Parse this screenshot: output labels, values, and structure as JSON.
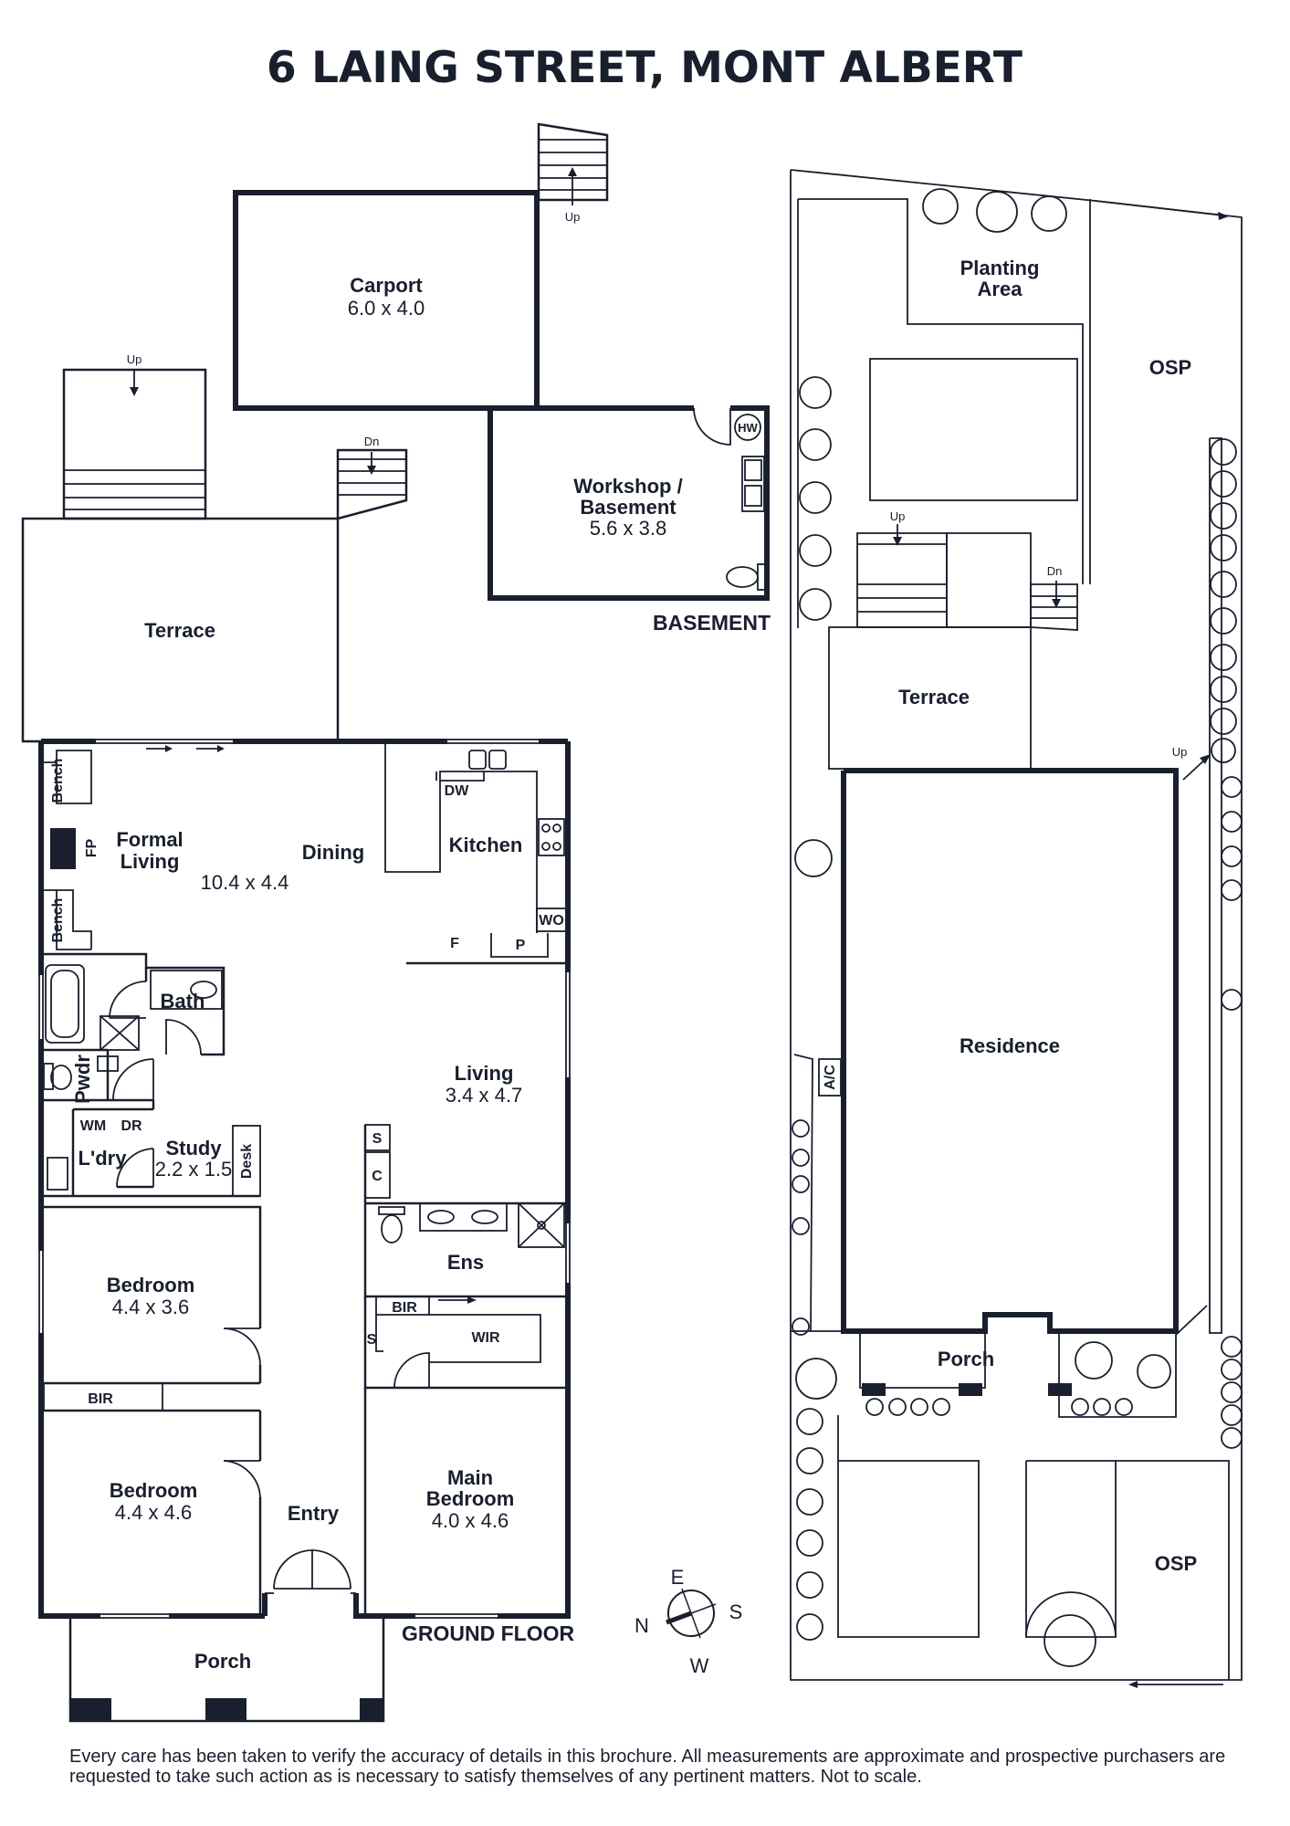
{
  "title": "6 LAING STREET, MONT ALBERT",
  "floors": {
    "basement": "BASEMENT",
    "ground": "GROUND FLOOR"
  },
  "rooms": {
    "carport": {
      "name": "Carport",
      "dim": "6.0 x 4.0"
    },
    "workshop": {
      "name1": "Workshop /",
      "name2": "Basement",
      "dim": "5.6 x 3.8"
    },
    "terrace_left": "Terrace",
    "formal_living": {
      "name1": "Formal",
      "name2": "Living"
    },
    "living_dining_dim": "10.4 x 4.4",
    "dining": "Dining",
    "kitchen": "Kitchen",
    "bath": "Bath",
    "pwdr": "Pwdr",
    "laundry": "L'dry",
    "study": {
      "name": "Study",
      "dim": "2.2 x 1.5"
    },
    "living": {
      "name": "Living",
      "dim": "3.4 x 4.7"
    },
    "ens": "Ens",
    "wir": "WIR",
    "bedroom1": {
      "name": "Bedroom",
      "dim": "4.4 x 3.6"
    },
    "bedroom2": {
      "name": "Bedroom",
      "dim": "4.4 x 4.6"
    },
    "main_bedroom": {
      "name1": "Main",
      "name2": "Bedroom",
      "dim": "4.0 x 4.6"
    },
    "entry": "Entry",
    "porch": "Porch"
  },
  "fixtures": {
    "bench": "Bench",
    "fp": "FP",
    "dw": "DW",
    "wo": "WO",
    "f": "F",
    "p": "P",
    "wm": "WM",
    "dr": "DR",
    "desk": "Desk",
    "s": "S",
    "c": "C",
    "bir": "BIR",
    "hw": "HW",
    "ac": "A/C"
  },
  "stairs": {
    "up": "Up",
    "dn": "Dn"
  },
  "site": {
    "planting_area": {
      "line1": "Planting",
      "line2": "Area"
    },
    "osp": "OSP",
    "terrace": "Terrace",
    "residence": "Residence",
    "porch": "Porch"
  },
  "compass": {
    "n": "N",
    "e": "E",
    "s": "S",
    "w": "W"
  },
  "disclaimer": "Every care has been taken to verify the accuracy of details in this brochure. All measurements are approximate and prospective purchasers are requested to take such action as is necessary to satisfy themselves of any pertinent matters. Not to scale."
}
